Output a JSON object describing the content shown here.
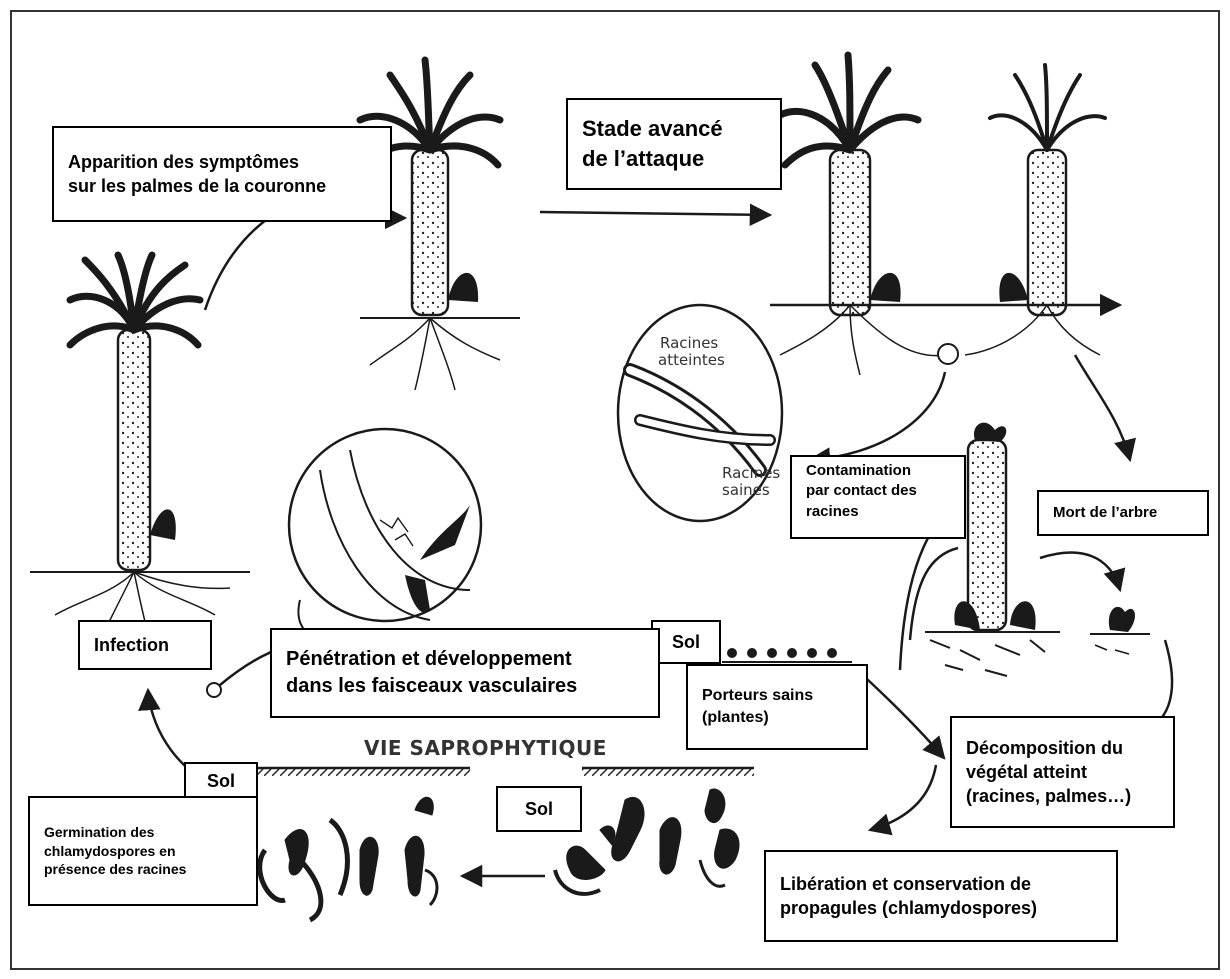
{
  "labels": {
    "apparition": "Apparition des symptômes\nsur les palmes de la couronne",
    "stade": "Stade avancé\nde l’attaque",
    "contamination": "Contamination\npar contact des\nracines",
    "mort": "Mort de l’arbre",
    "infection": "Infection",
    "sol1": "Sol",
    "penetration": "Pénétration et développement\ndans les faisceaux vasculaires",
    "porteurs": "Porteurs sains\n(plantes)",
    "decomposition": "Décomposition du\nvégétal atteint\n(racines, palmes…)",
    "vie": "VIE SAPROPHYTIQUE",
    "sol2": "Sol",
    "sol3": "Sol",
    "germination": "Germination des\nchlamydospores en\nprésence des racines",
    "liberation": "Libération et conservation de\npropagules (chlamydospores)",
    "racines_atteintes": "Racines\natteintes",
    "racines_saines": "Racines\nsaines"
  },
  "colors": {
    "ink": "#1a1a1a",
    "box_border": "#000000",
    "background": "#ffffff"
  },
  "icons": [
    "palm-tree-icon",
    "root-magnifier-icon",
    "soil-line-icon",
    "chlamydospore-icon",
    "flow-arrow-icon"
  ]
}
